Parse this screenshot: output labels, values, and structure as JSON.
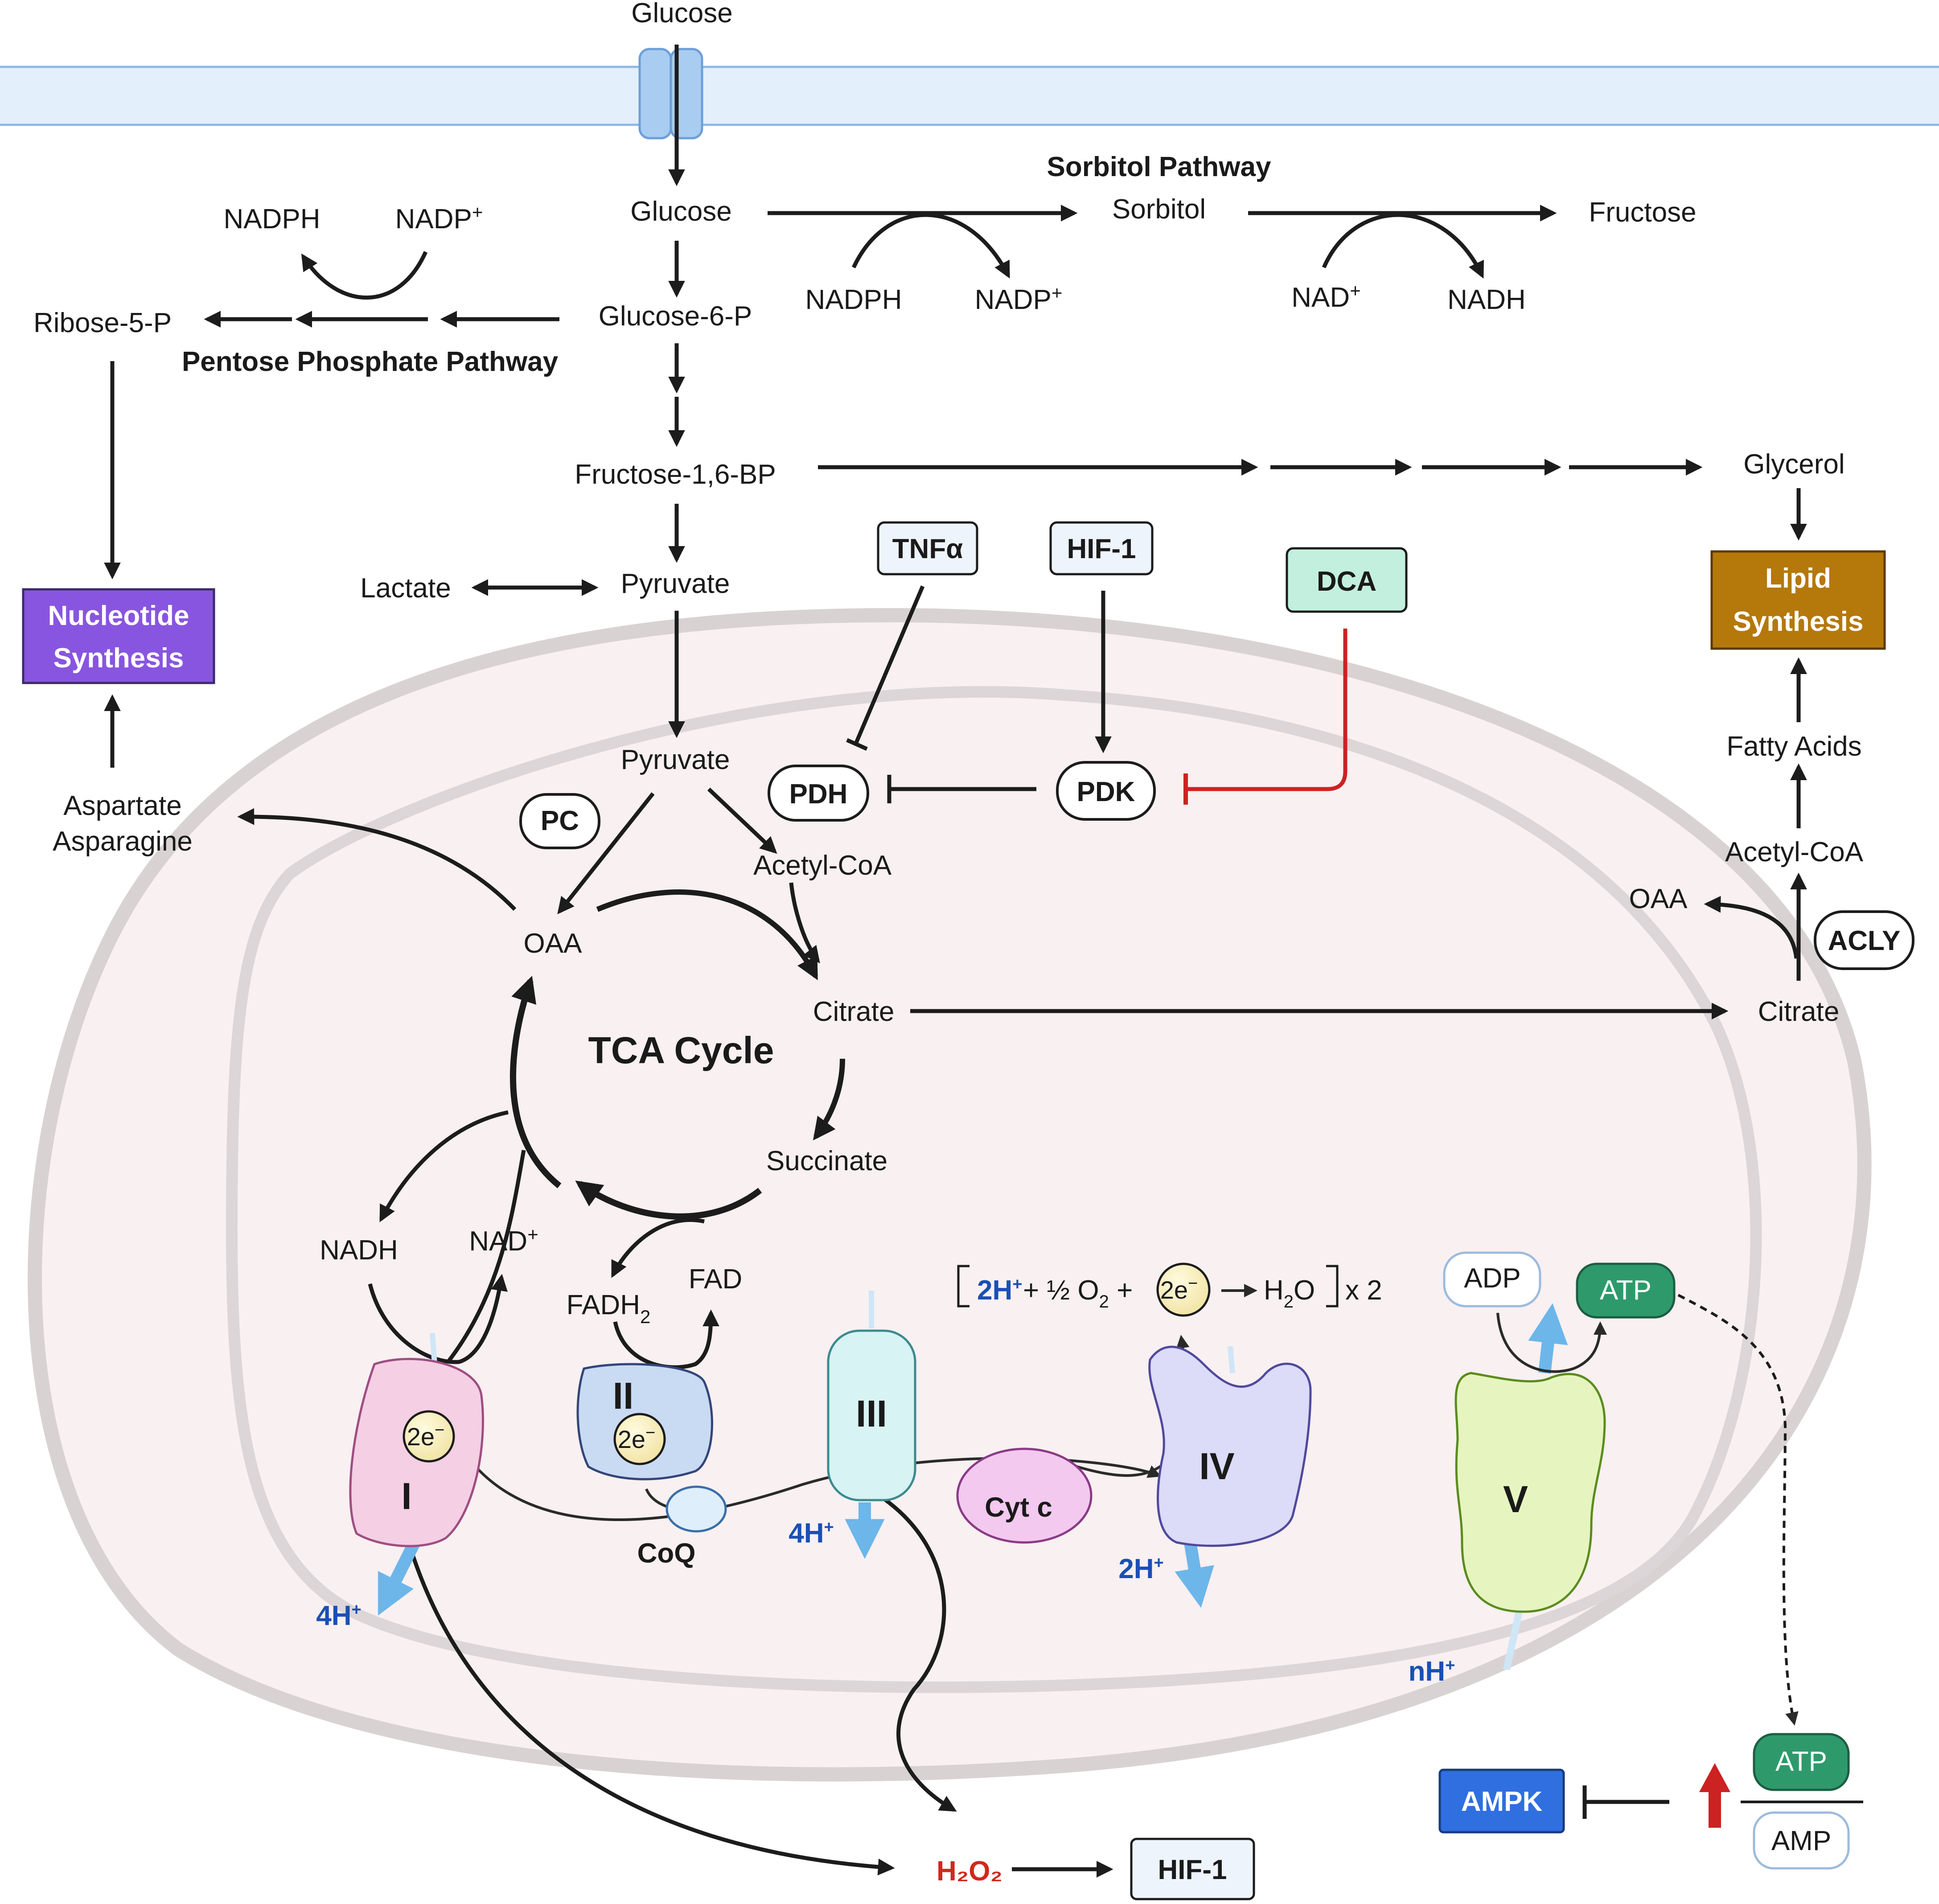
{
  "transport": {
    "glucose_out": "Glucose"
  },
  "glycolysis": {
    "glucose": "Glucose",
    "g6p": "Glucose-6-P",
    "f16bp": "Fructose-1,6-BP",
    "pyruvate_cyto": "Pyruvate",
    "lactate": "Lactate",
    "pyruvate_mito": "Pyruvate"
  },
  "ppp": {
    "title": "Pentose Phosphate Pathway",
    "nadph": "NADPH",
    "nadp": "NADP",
    "ribose": "Ribose-5-P",
    "nucleotide_line1": "Nucleotide",
    "nucleotide_line2": "Synthesis"
  },
  "sorbitol": {
    "title": "Sorbitol Pathway",
    "sorbitol": "Sorbitol",
    "fructose": "Fructose",
    "nadph": "NADPH",
    "nadp": "NADP",
    "nad": "NAD",
    "nadh": "NADH"
  },
  "lipid": {
    "glycerol": "Glycerol",
    "lipid_line1": "Lipid",
    "lipid_line2": "Synthesis",
    "fatty_acids": "Fatty Acids",
    "acetyl_coa": "Acetyl-CoA",
    "oaa": "OAA",
    "acly": "ACLY",
    "citrate": "Citrate"
  },
  "regulators": {
    "tnfa": "TNFα",
    "hif1": "HIF-1",
    "dca": "DCA",
    "pdh": "PDH",
    "pdk": "PDK",
    "pc": "PC"
  },
  "tca": {
    "title": "TCA Cycle",
    "acetyl_coa": "Acetyl-CoA",
    "oaa": "OAA",
    "citrate": "Citrate",
    "succinate": "Succinate",
    "nadh": "NADH",
    "nad": "NAD",
    "fadh": "FADH",
    "fad": "FAD",
    "aspartate": "Aspartate",
    "asparagine": "Asparagine"
  },
  "etc": {
    "c1": "I",
    "c2": "II",
    "c3": "III",
    "c4": "IV",
    "c5": "V",
    "electrons": "2e",
    "coq": "CoQ",
    "cytc": "Cyt c",
    "h_c1": "4H",
    "h_c3": "4H",
    "h_c4": "2H",
    "h_c5": "nH",
    "adp": "ADP",
    "atp": "ATP",
    "reaction_2h": "2H",
    "reaction_half": "+ ½ O",
    "reaction_plus": "+",
    "reaction_h2o": "H",
    "reaction_o": "O",
    "reaction_x2": "x 2"
  },
  "outputs": {
    "h2o2": "H₂O₂",
    "hif1": "HIF-1",
    "ampk": "AMPK",
    "atp": "ATP",
    "amp": "AMP"
  },
  "colors": {
    "nucleotide": "#8855e0",
    "lipid": "#b5780b",
    "dca": "#c3f0de",
    "ampk": "#2f6fe0",
    "atp": "#2e9a6b",
    "inhibit_red": "#cc2222",
    "proton_blue": "#6cb6ea"
  }
}
